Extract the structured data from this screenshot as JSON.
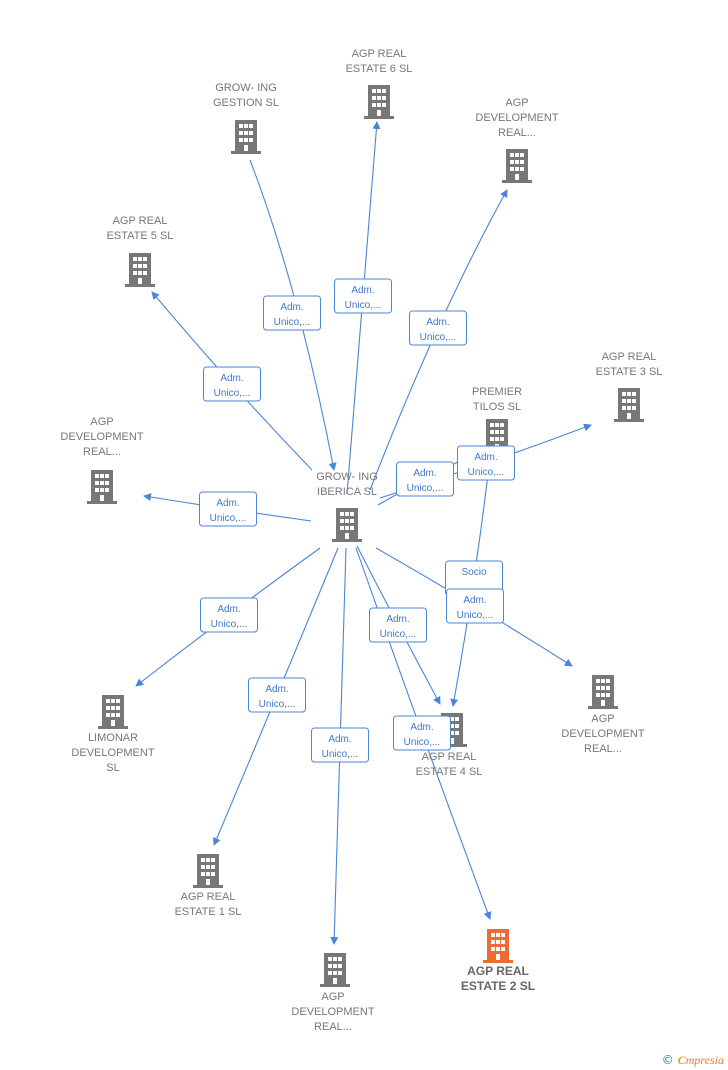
{
  "colors": {
    "node": "#777777",
    "highlight": "#f06a35",
    "edge": "#4a86d6"
  },
  "nodes": [
    {
      "id": "center",
      "lines": [
        "GROW- ING",
        "IBERICA  SL"
      ]
    },
    {
      "id": "grow_gestion",
      "lines": [
        "GROW- ING",
        "GESTION  SL"
      ]
    },
    {
      "id": "agp6",
      "lines": [
        "AGP REAL",
        "ESTATE 6  SL"
      ]
    },
    {
      "id": "agpdev_top",
      "lines": [
        "AGP",
        "DEVELOPMENT",
        "REAL..."
      ]
    },
    {
      "id": "agp5",
      "lines": [
        "AGP REAL",
        "ESTATE 5  SL"
      ]
    },
    {
      "id": "agp3",
      "lines": [
        "AGP REAL",
        "ESTATE 3  SL"
      ]
    },
    {
      "id": "premier",
      "lines": [
        "PREMIER",
        "TILOS  SL"
      ]
    },
    {
      "id": "agpdev_left",
      "lines": [
        "AGP",
        "DEVELOPMENT",
        "REAL..."
      ]
    },
    {
      "id": "limonar",
      "lines": [
        "LIMONAR",
        "DEVELOPMENT",
        "SL"
      ]
    },
    {
      "id": "agpdev_right",
      "lines": [
        "AGP",
        "DEVELOPMENT",
        "REAL..."
      ]
    },
    {
      "id": "agp4",
      "lines": [
        "AGP REAL",
        "ESTATE 4  SL"
      ]
    },
    {
      "id": "agp1",
      "lines": [
        "AGP REAL",
        "ESTATE 1  SL"
      ]
    },
    {
      "id": "agp2",
      "lines": [
        "AGP REAL",
        "ESTATE 2  SL"
      ],
      "highlight": true
    },
    {
      "id": "agpdev_bottom",
      "lines": [
        "AGP",
        "DEVELOPMENT",
        "REAL..."
      ]
    }
  ],
  "edges": [
    {
      "id": "e_grow_gestion",
      "lines": [
        "Adm.",
        "Unico,..."
      ]
    },
    {
      "id": "e_agp6",
      "lines": [
        "Adm.",
        "Unico,..."
      ]
    },
    {
      "id": "e_agpdev_top",
      "lines": [
        "Adm.",
        "Unico,..."
      ]
    },
    {
      "id": "e_agp5",
      "lines": [
        "Adm.",
        "Unico,..."
      ]
    },
    {
      "id": "e_agpdev_left",
      "lines": [
        "Adm.",
        "Unico,..."
      ]
    },
    {
      "id": "e_agp3",
      "lines": [
        "Adm.",
        "Unico,..."
      ]
    },
    {
      "id": "e_premier",
      "lines": [
        "Adm.",
        "Unico,..."
      ]
    },
    {
      "id": "e_limonar",
      "lines": [
        "Adm.",
        "Unico,..."
      ]
    },
    {
      "id": "e_agp1",
      "lines": [
        "Adm.",
        "Unico,..."
      ]
    },
    {
      "id": "e_agpdev_bottom",
      "lines": [
        "Adm.",
        "Unico,..."
      ]
    },
    {
      "id": "e_agp4",
      "lines": [
        "Adm.",
        "Unico,..."
      ]
    },
    {
      "id": "e_agp2",
      "lines": [
        "Adm.",
        "Unico,..."
      ]
    },
    {
      "id": "e_premier_agp4",
      "lines": [
        "Socio",
        "..."
      ]
    },
    {
      "id": "e_agpdev_right",
      "lines": [
        "Adm.",
        "Unico,..."
      ]
    }
  ],
  "footer": {
    "copyright": "©",
    "brand_initial": "C",
    "brand_rest": "mpresia"
  }
}
